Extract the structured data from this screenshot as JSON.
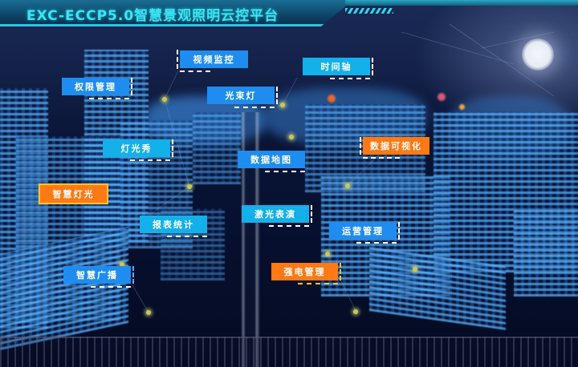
{
  "header": {
    "title": "EXC-ECCP5.0智慧景观照明云控平台"
  },
  "modules": [
    {
      "id": "video-monitor",
      "label": "视频监控",
      "color": "blue"
    },
    {
      "id": "timeline",
      "label": "时间轴",
      "color": "cyan"
    },
    {
      "id": "permission-management",
      "label": "权限管理",
      "color": "blue"
    },
    {
      "id": "beam-light",
      "label": "光束灯",
      "color": "blue"
    },
    {
      "id": "light-show",
      "label": "灯光秀",
      "color": "cyan"
    },
    {
      "id": "data-visualization",
      "label": "数据可视化",
      "color": "orange"
    },
    {
      "id": "data-map",
      "label": "数据地图",
      "color": "blue"
    },
    {
      "id": "smart-lighting",
      "label": "智慧灯光",
      "color": "orange"
    },
    {
      "id": "laser-show",
      "label": "激光表演",
      "color": "cyan"
    },
    {
      "id": "report-statistics",
      "label": "报表统计",
      "color": "cyan"
    },
    {
      "id": "operations-management",
      "label": "运营管理",
      "color": "blue"
    },
    {
      "id": "smart-broadcast",
      "label": "智慧广播",
      "color": "blue"
    },
    {
      "id": "high-voltage-management",
      "label": "强电管理",
      "color": "orange"
    }
  ],
  "colors": {
    "title": "#39e6f5",
    "blue_label": "#1f8cf0",
    "cyan_label": "#14b0ea",
    "orange_label": "#ff7a14",
    "accent_yellow": "#f3c532"
  }
}
